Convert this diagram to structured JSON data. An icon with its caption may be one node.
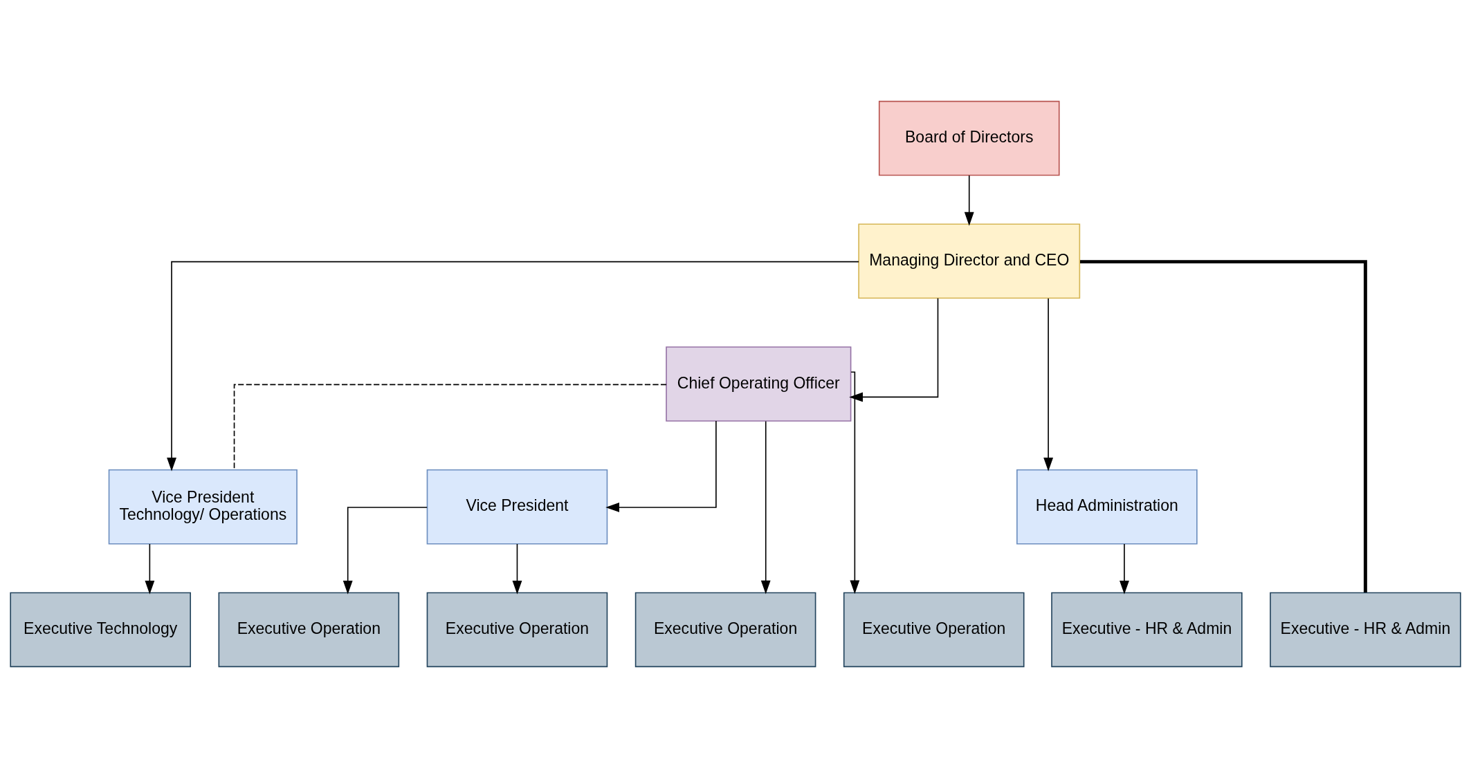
{
  "diagram": {
    "nodes": [
      {
        "text": [
          "Board of Directors"
        ]
      },
      {
        "text": [
          "Managing Director and CEO"
        ]
      },
      {
        "text": [
          "Chief Operating Officer"
        ]
      },
      {
        "text": [
          "Vice President"
        ]
      },
      {
        "text": [
          "Vice President",
          "Technology/ Operations"
        ]
      },
      {
        "text": [
          "Head Administration"
        ]
      },
      {
        "text": [
          "Executive Operation"
        ]
      },
      {
        "text": [
          "Executive Operation"
        ]
      },
      {
        "text": [
          "Executive Operation"
        ]
      },
      {
        "text": [
          "Executive Operation"
        ]
      },
      {
        "text": [
          "Executive Technology"
        ]
      },
      {
        "text": [
          "Executive - HR & Admin"
        ]
      },
      {
        "text": [
          "Executive - HR & Admin"
        ]
      }
    ],
    "edges": [
      {
        "from": 0,
        "to": 1,
        "arrow": "to"
      },
      {
        "from": 1,
        "to": 2,
        "arrow": "to"
      },
      {
        "from": 1,
        "to": 4,
        "arrow": "to"
      },
      {
        "from": 1,
        "to": 5,
        "arrow": "to"
      },
      {
        "from": 1,
        "to": 12,
        "arrow": "none",
        "style": "thick"
      },
      {
        "from": 2,
        "to": 3,
        "arrow": "to"
      },
      {
        "from": 2,
        "to": 4,
        "arrow": "none",
        "style": "dashed"
      },
      {
        "from": 3,
        "to": 6,
        "arrow": "to"
      },
      {
        "from": 3,
        "to": 7,
        "arrow": "to"
      },
      {
        "from": 2,
        "to": 8,
        "arrow": "to"
      },
      {
        "from": 2,
        "to": 9,
        "arrow": "to"
      },
      {
        "from": 4,
        "to": 10,
        "arrow": "to"
      },
      {
        "from": 5,
        "to": 11,
        "arrow": "to"
      }
    ]
  }
}
